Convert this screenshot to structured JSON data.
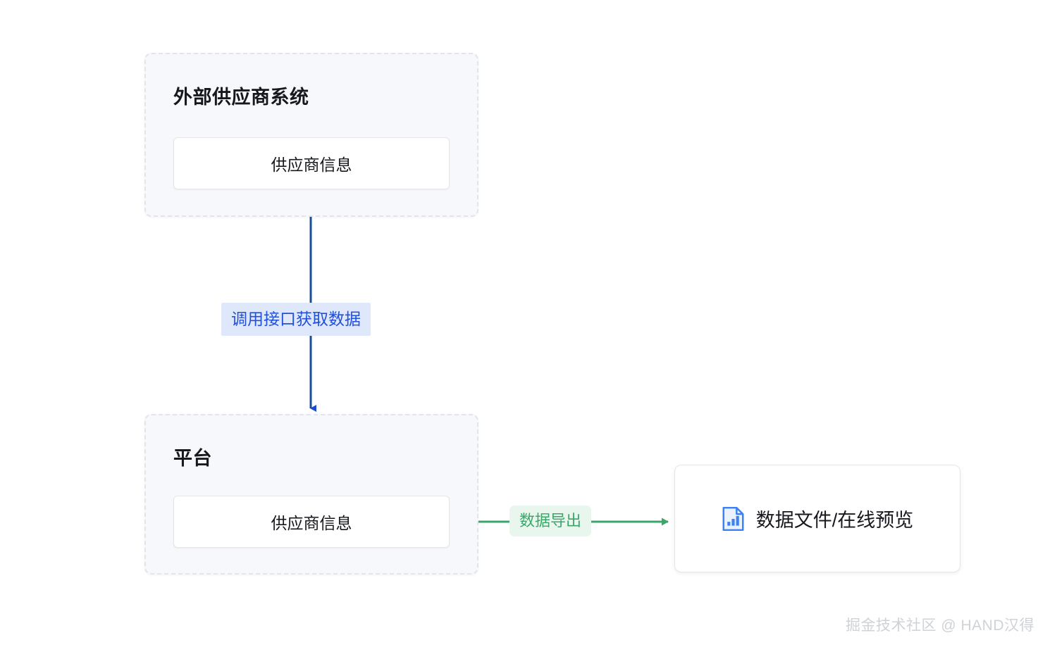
{
  "diagram": {
    "background_color": "#ffffff",
    "groups": [
      {
        "id": "external-supplier-system",
        "title": "外部供应商系统",
        "title_highlight_color": "#c3caf2",
        "fill_color": "#f6f8fc",
        "border_style": "dashed",
        "border_color": "#e2e5ea",
        "node_label": "供应商信息"
      },
      {
        "id": "platform",
        "title": "平台",
        "title_highlight_color": "#c3caf2",
        "fill_color": "#f6f8fc",
        "border_style": "dashed",
        "border_color": "#e2e5ea",
        "node_label": "供应商信息"
      }
    ],
    "nodes": [
      {
        "id": "data-file-preview",
        "label": "数据文件/在线预览",
        "icon": "chart-document-icon",
        "icon_color": "#3b82f6",
        "fill_color": "#ffffff",
        "border_color": "#e4e6ea"
      }
    ],
    "edges": [
      {
        "id": "api-fetch",
        "label": "调用接口获取数据",
        "direction": "down",
        "color": "#1a4c9c",
        "label_text_color": "#2250d8",
        "label_bg_color": "#dfe7fb"
      },
      {
        "id": "data-export",
        "label": "数据导出",
        "direction": "right",
        "color": "#3aa76a",
        "label_text_color": "#3aa76a",
        "label_bg_color": "#e9f6ee"
      }
    ],
    "watermark": "掘金技术社区 @ HAND汉得"
  }
}
